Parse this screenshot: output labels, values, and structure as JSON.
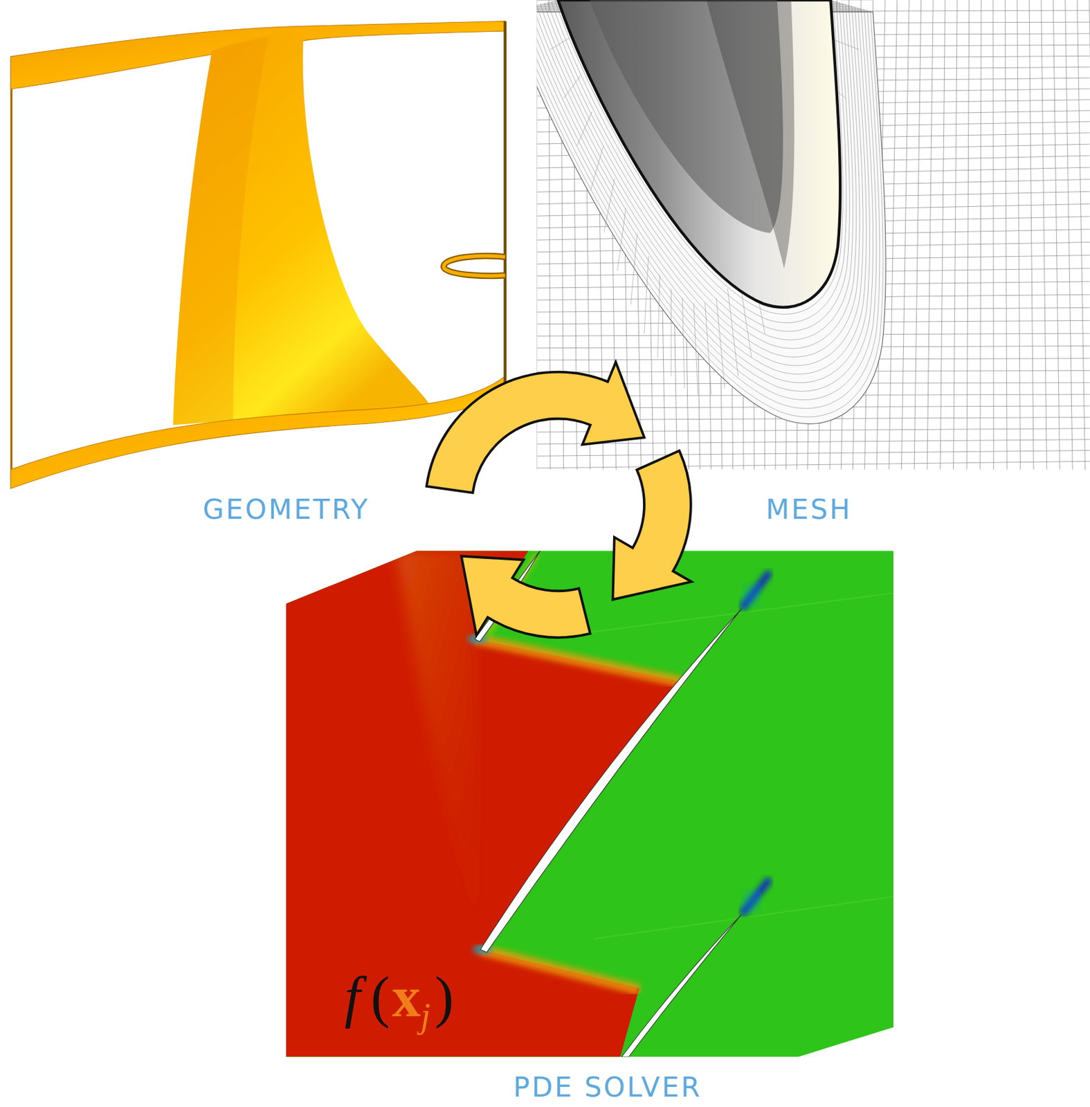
{
  "diagram": {
    "labels": [
      "GEOMETRY",
      "MESH",
      "f(xj)",
      "PDE SOLVER"
    ]
  }
}
